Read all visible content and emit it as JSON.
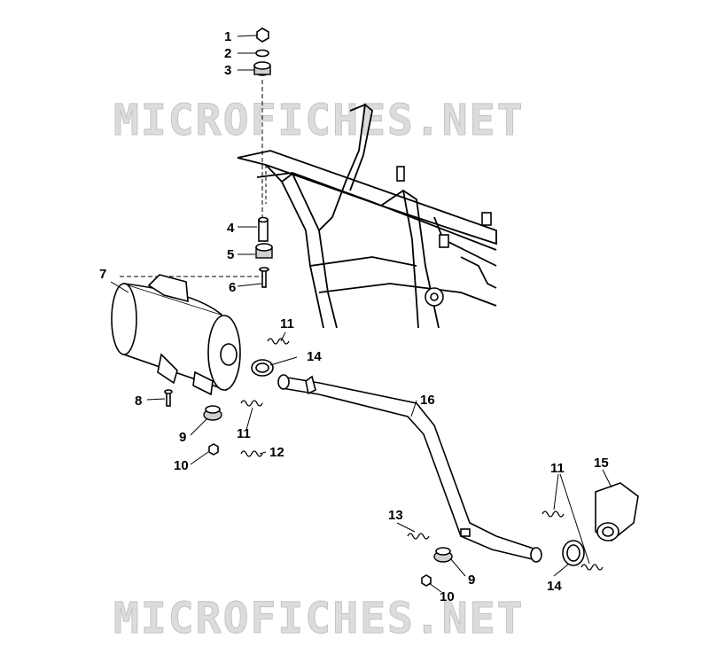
{
  "watermark": "MICROFICHES.NET",
  "callouts": [
    "1",
    "2",
    "3",
    "4",
    "5",
    "6",
    "7",
    "8",
    "9",
    "10",
    "11",
    "11",
    "12",
    "13",
    "14",
    "16",
    "11",
    "15",
    "9",
    "10",
    "14"
  ]
}
